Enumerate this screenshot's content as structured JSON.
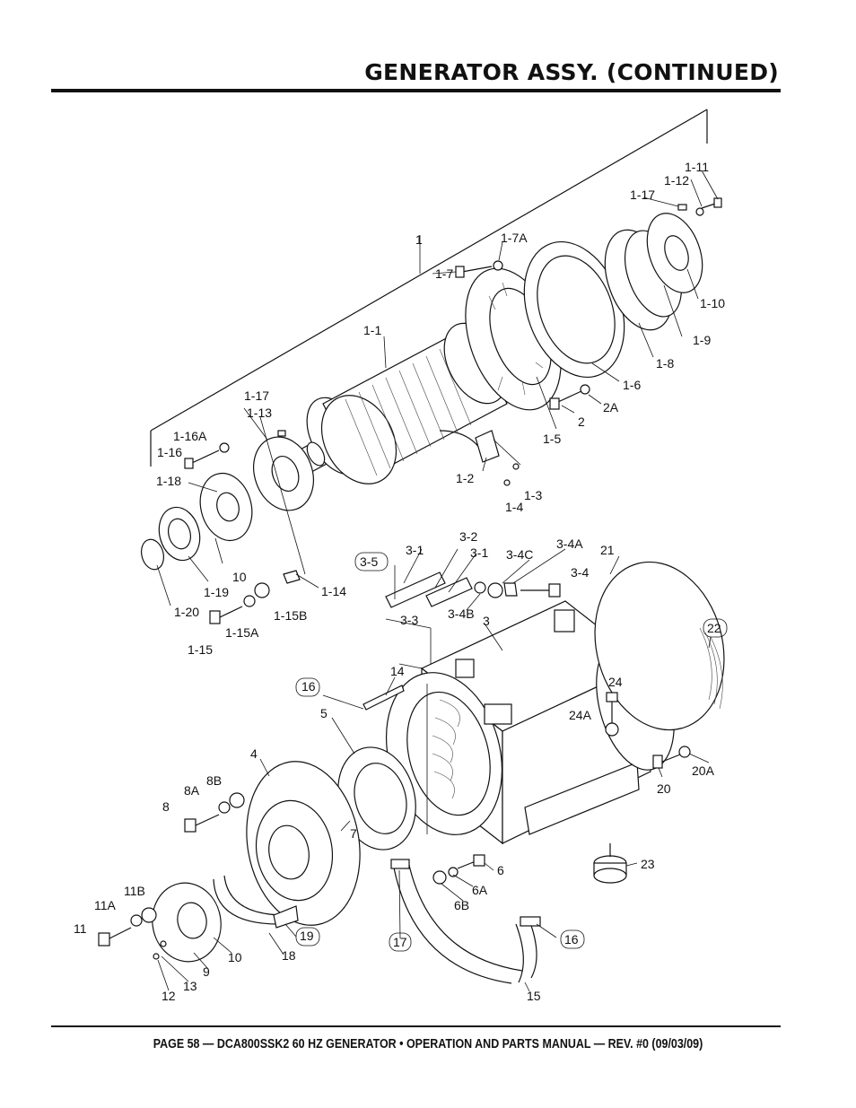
{
  "header": {
    "title": "GENERATOR ASSY. (CONTINUED)"
  },
  "footer": {
    "text": "PAGE 58 — DCA800SSK2 60 HZ GENERATOR • OPERATION AND PARTS MANUAL — REV. #0 (09/03/09)"
  },
  "diagram": {
    "callouts": [
      "1",
      "1-1",
      "1-2",
      "1-3",
      "1-4",
      "1-5",
      "1-6",
      "1-7",
      "1-7A",
      "1-8",
      "1-9",
      "1-10",
      "1-11",
      "1-12",
      "1-13",
      "1-14",
      "1-15",
      "1-15A",
      "1-15B",
      "1-16",
      "1-16A",
      "1-17",
      "1-17",
      "1-18",
      "1-19",
      "1-20",
      "10",
      "2",
      "2A",
      "3-5",
      "3-1",
      "3-2",
      "3-1",
      "3-4C",
      "3-4A",
      "3-4",
      "3-3",
      "3-4B",
      "3",
      "21",
      "22",
      "14",
      "16",
      "5",
      "24",
      "24A",
      "20",
      "20A",
      "4",
      "8B",
      "8A",
      "8",
      "7",
      "6",
      "6A",
      "6B",
      "23",
      "11B",
      "11A",
      "11",
      "12",
      "13",
      "9",
      "10",
      "18",
      "19",
      "17",
      "16",
      "15"
    ]
  }
}
